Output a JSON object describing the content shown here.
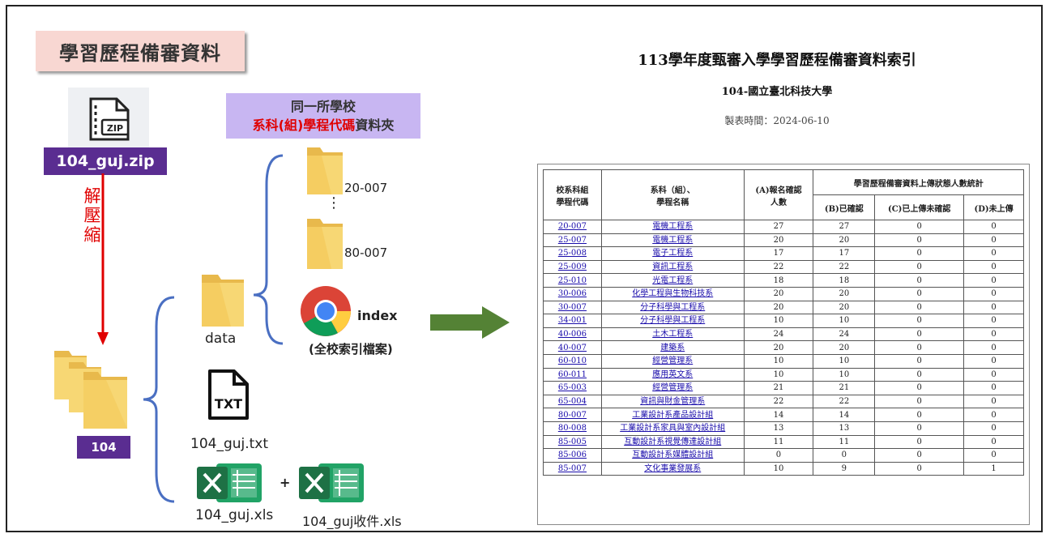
{
  "left": {
    "title": "學習歷程備審資料",
    "zip_name": "104_guj.zip",
    "unzip_chars": [
      "解",
      "壓",
      "縮"
    ],
    "folder_104": "104",
    "same_school_line1": "同一所學校",
    "same_school_red": "系科(組)學程代碼",
    "same_school_rest": "資料夾",
    "folder_a": "20-007",
    "ellipsis": "⋮",
    "folder_b": "80-007",
    "data_folder": "data",
    "index_name": "index",
    "index_note": "(全校索引檔案)",
    "txt_name": "104_guj.txt",
    "xls_name": "104_guj.xls",
    "plus": "+",
    "xls2_name": "104_guj收件.xls",
    "zip_icon_text": "ZIP",
    "txt_icon_text": "TXT"
  },
  "colors": {
    "purple": "#5a2d91",
    "lavender": "#c8b6f2",
    "pink": "#f8d7d2",
    "red_arrow": "#e00000",
    "brace_blue": "#4a6fc2",
    "green_arrow": "#548235",
    "excel_green": "#1e7145",
    "folder_yellow": "#f7d774"
  },
  "doc": {
    "title": "113學年度甄審入學學習歷程備審資料索引",
    "subtitle": "104-國立臺北科技大學",
    "date": "製表時間：2024-06-10",
    "headers": {
      "code": "校系科組\n學程代碼",
      "name": "系科（組）、\n學程名稱",
      "a": "(A)報名確認\n人數",
      "group": "學習歷程備審資料上傳狀態人數統計",
      "b": "(B)已確認",
      "c": "(C)已上傳未確認",
      "d": "(D)未上傳"
    },
    "rows": [
      {
        "code": "20-007",
        "name": "電機工程系",
        "a": "27",
        "b": "27",
        "c": "0",
        "d": "0"
      },
      {
        "code": "25-007",
        "name": "電機工程系",
        "a": "20",
        "b": "20",
        "c": "0",
        "d": "0"
      },
      {
        "code": "25-008",
        "name": "電子工程系",
        "a": "17",
        "b": "17",
        "c": "0",
        "d": "0"
      },
      {
        "code": "25-009",
        "name": "資訊工程系",
        "a": "22",
        "b": "22",
        "c": "0",
        "d": "0"
      },
      {
        "code": "25-010",
        "name": "光電工程系",
        "a": "18",
        "b": "18",
        "c": "0",
        "d": "0"
      },
      {
        "code": "30-006",
        "name": "化學工程與生物科技系",
        "a": "20",
        "b": "20",
        "c": "0",
        "d": "0"
      },
      {
        "code": "30-007",
        "name": "分子科學與工程系",
        "a": "20",
        "b": "20",
        "c": "0",
        "d": "0"
      },
      {
        "code": "34-001",
        "name": "分子科學與工程系",
        "a": "10",
        "b": "10",
        "c": "0",
        "d": "0"
      },
      {
        "code": "40-006",
        "name": "土木工程系",
        "a": "24",
        "b": "24",
        "c": "0",
        "d": "0"
      },
      {
        "code": "40-007",
        "name": "建築系",
        "a": "20",
        "b": "20",
        "c": "0",
        "d": "0"
      },
      {
        "code": "60-010",
        "name": "經營管理系",
        "a": "10",
        "b": "10",
        "c": "0",
        "d": "0"
      },
      {
        "code": "60-011",
        "name": "應用英文系",
        "a": "10",
        "b": "10",
        "c": "0",
        "d": "0"
      },
      {
        "code": "65-003",
        "name": "經營管理系",
        "a": "21",
        "b": "21",
        "c": "0",
        "d": "0"
      },
      {
        "code": "65-004",
        "name": "資訊與財金管理系",
        "a": "22",
        "b": "22",
        "c": "0",
        "d": "0"
      },
      {
        "code": "80-007",
        "name": "工業設計系產品設計組",
        "a": "14",
        "b": "14",
        "c": "0",
        "d": "0"
      },
      {
        "code": "80-008",
        "name": "工業設計系家具與室內設計組",
        "a": "13",
        "b": "13",
        "c": "0",
        "d": "0"
      },
      {
        "code": "85-005",
        "name": "互動設計系視覺傳達設計組",
        "a": "11",
        "b": "11",
        "c": "0",
        "d": "0"
      },
      {
        "code": "85-006",
        "name": "互動設計系媒體設計組",
        "a": "0",
        "b": "0",
        "c": "0",
        "d": "0"
      },
      {
        "code": "85-007",
        "name": "文化事業發展系",
        "a": "10",
        "b": "9",
        "c": "0",
        "d": "1"
      }
    ]
  }
}
